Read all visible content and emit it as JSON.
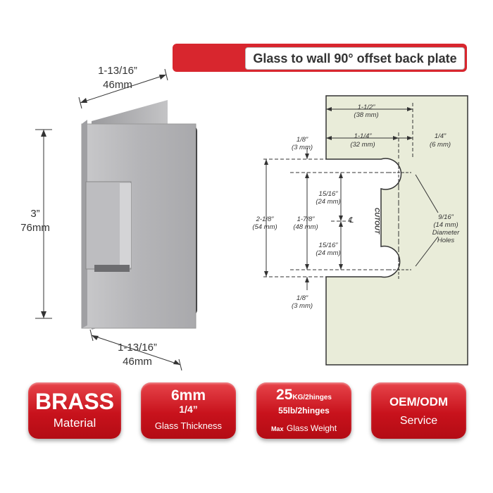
{
  "title": "Glass to wall 90° offset back plate",
  "left_dims": {
    "top_width_inch": "1-13/16”",
    "top_width_mm": "46mm",
    "height_inch": "3”",
    "height_mm": "76mm",
    "bottom_width_inch": "1-13/16”",
    "bottom_width_mm": "46mm"
  },
  "drawing": {
    "d_1_1_2": "1-1/2”",
    "d_38mm": "(38 mm)",
    "d_1_8_top": "1/8”",
    "d_3mm_top": "(3 mm)",
    "d_1_1_4": "1-1/4”",
    "d_32mm": "(32 mm)",
    "d_1_4": "1/4”",
    "d_6mm": "(6 mm)",
    "d_15_16_a": "15/16”",
    "d_24mm_a": "(24 mm)",
    "d_2_1_8": "2-1/8”",
    "d_54mm": "(54 mm)",
    "d_1_7_8": "1-7/8”",
    "d_48mm": "(48 mm)",
    "d_cl": "℄",
    "d_15_16_b": "15/16”",
    "d_24mm_b": "(24 mm)",
    "d_1_8_bot": "1/8”",
    "d_3mm_bot": "(3 mm)",
    "cutout": "CUTOUT",
    "d_9_16": "9/16”",
    "d_14mm": "(14 mm)",
    "d_diameter": "Diameter",
    "d_holes": "Holes"
  },
  "badges": [
    {
      "big": "BRASS",
      "small": "Material"
    },
    {
      "big": "6mm",
      "mid": "1/4”",
      "small": "Glass Thickness"
    },
    {
      "big": "25",
      "big_unit": "KG/2hinges",
      "mid": "55lb/2hinges",
      "small_prefix": "Max",
      "small": "Glass Weight"
    },
    {
      "big": "OEM/ODM",
      "small": "Service"
    }
  ],
  "colors": {
    "accent": "#d8262e",
    "drawing_bg": "#e9ecd9"
  }
}
